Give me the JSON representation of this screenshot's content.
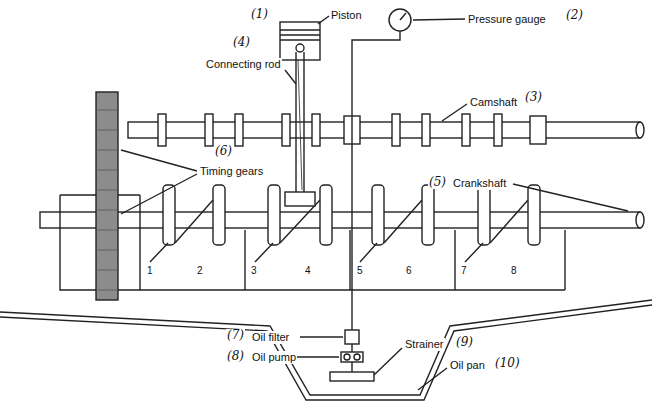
{
  "diagram": {
    "labels": [
      "(1)",
      "Piston",
      "Pressure gauge",
      "(2)",
      "(4)",
      "Connecting rod",
      "Camshaft",
      "(3)",
      "Timing gears",
      "(6)",
      "(5)",
      "Crankshaft",
      "1",
      "2",
      "3",
      "4",
      "5",
      "6",
      "7",
      "8",
      "(7)",
      "Oil filter",
      "(8)",
      "Oil pump",
      "Strainer",
      "(9)",
      "Oil pan",
      "(10)"
    ]
  }
}
